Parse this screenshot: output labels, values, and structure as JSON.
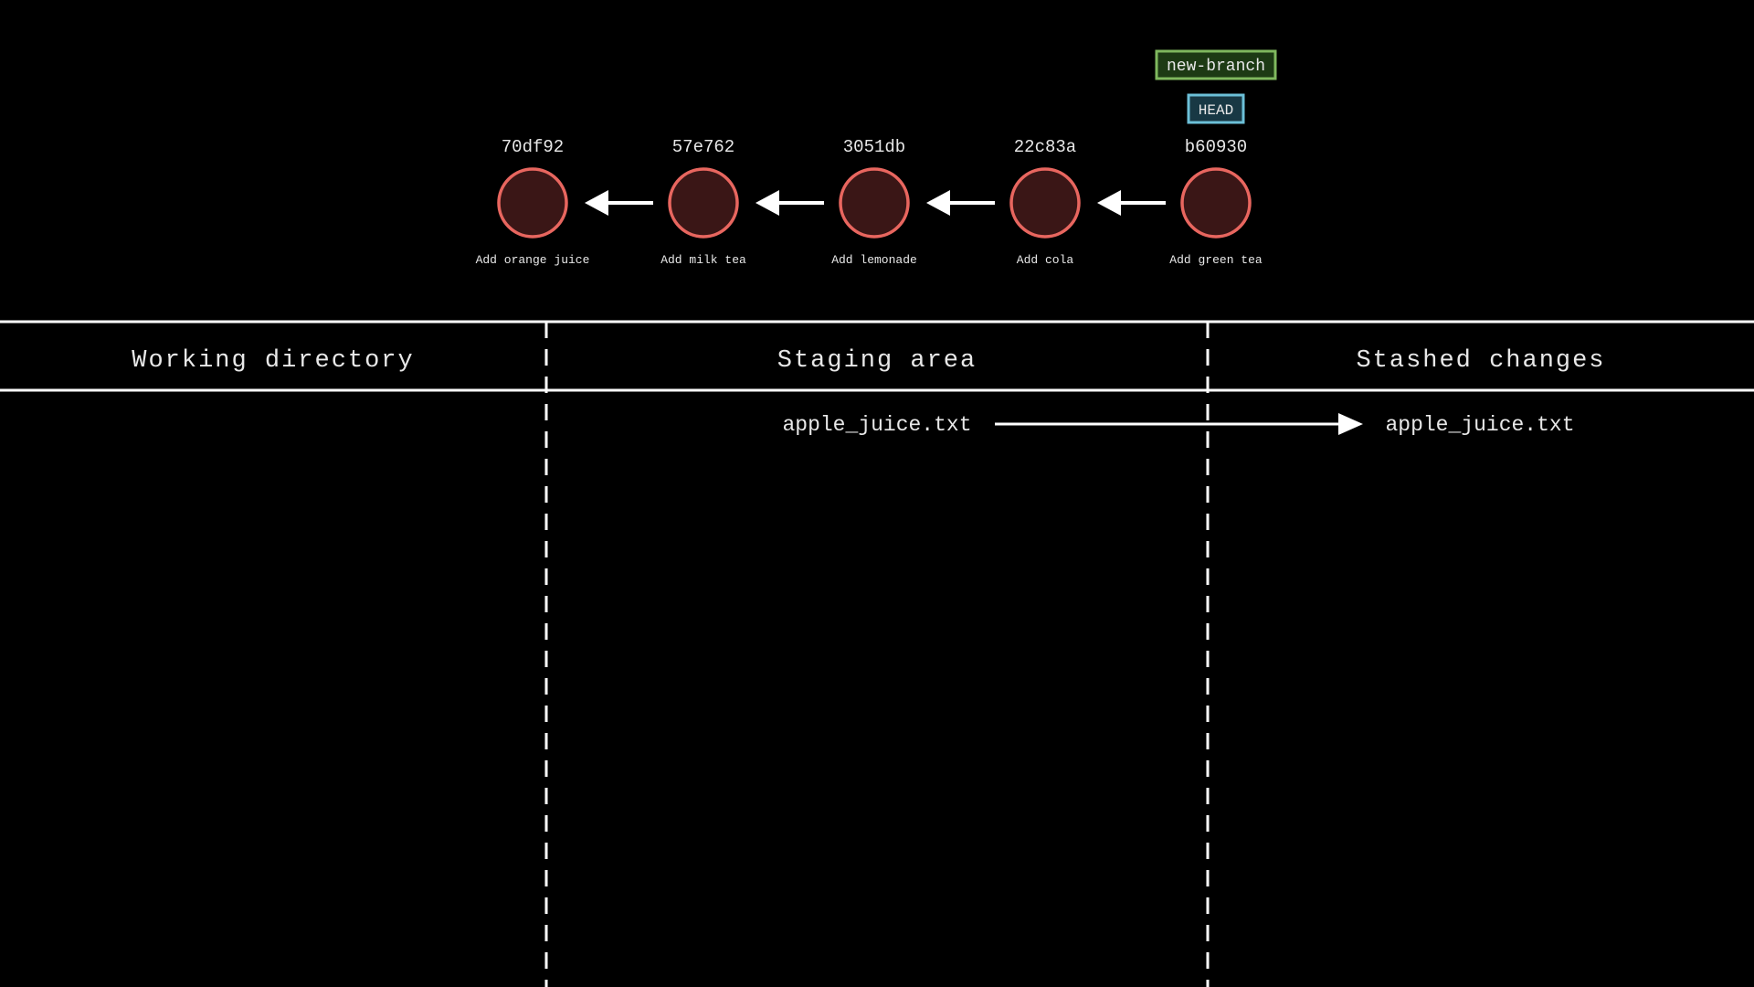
{
  "colors": {
    "background": "#000000",
    "text": "#e8e8e8",
    "commit_stroke": "#e8665f",
    "commit_fill": "#3a1616",
    "branch_border": "#7fb85e",
    "branch_fill": "#1d3a14",
    "head_border": "#6cc0d8",
    "head_fill": "#183844",
    "line": "#ffffff"
  },
  "commits": [
    {
      "hash": "70df92",
      "message": "Add orange juice"
    },
    {
      "hash": "57e762",
      "message": "Add milk tea"
    },
    {
      "hash": "3051db",
      "message": "Add lemonade"
    },
    {
      "hash": "22c83a",
      "message": "Add cola"
    },
    {
      "hash": "b60930",
      "message": "Add green tea"
    }
  ],
  "refs": {
    "branch_label": "new-branch",
    "head_label": "HEAD"
  },
  "areas": {
    "working_directory": "Working directory",
    "staging_area": "Staging area",
    "stashed_changes": "Stashed changes"
  },
  "files": {
    "staging": [
      "apple_juice.txt"
    ],
    "stashed": [
      "apple_juice.txt"
    ]
  }
}
